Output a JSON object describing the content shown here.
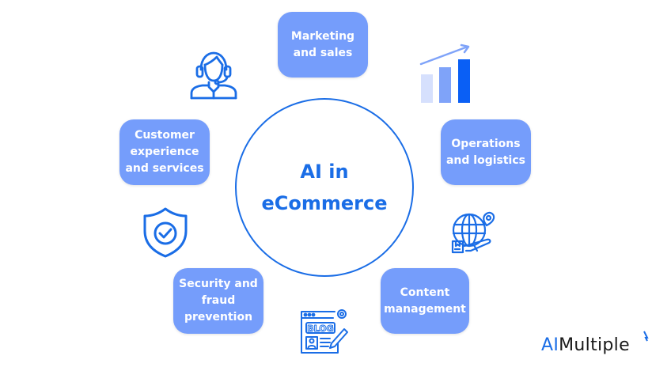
{
  "center": {
    "title": "AI in\neCommerce"
  },
  "categories": [
    {
      "id": "marketing",
      "label": "Marketing\nand sales",
      "icon": "bar-chart-growth-icon"
    },
    {
      "id": "operations",
      "label": "Operations\nand logistics",
      "icon": "globe-logistics-icon"
    },
    {
      "id": "content",
      "label": "Content\nmanagement",
      "icon": "blog-icon"
    },
    {
      "id": "security",
      "label": "Security and\nfraud\nprevention",
      "icon": "shield-check-icon"
    },
    {
      "id": "customer",
      "label": "Customer\nexperience\nand services",
      "icon": "headset-agent-icon"
    }
  ],
  "icon_texts": {
    "blog": "BLOG"
  },
  "logo": {
    "ai": "AI",
    "rest": "Multiple"
  },
  "colors": {
    "box": "#759dfb",
    "accent": "#1a6de6",
    "bar_light": "#d6e0fd",
    "bar_mid": "#7fa3f9",
    "bar_dark": "#0a5ff5"
  }
}
